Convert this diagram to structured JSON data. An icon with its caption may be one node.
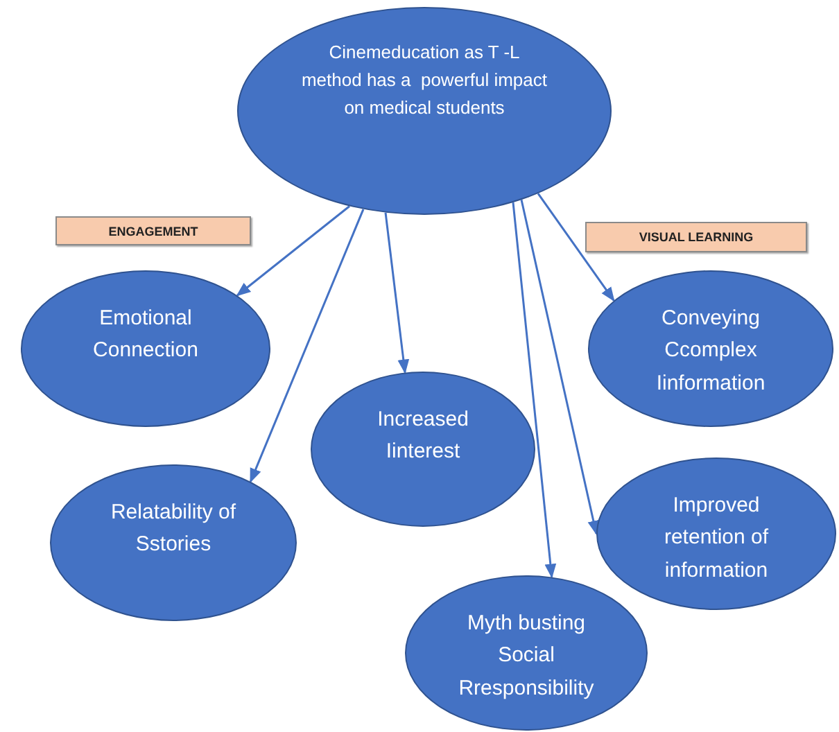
{
  "diagram": {
    "nodes": [
      {
        "text": [
          "Cinemeducation as T -L method has a  powerful impact on medical students"
        ]
      },
      {
        "text": [
          "ENGAGEMENT"
        ]
      },
      {
        "text": [
          "VISUAL LEARNING"
        ]
      },
      {
        "text": [
          "Emotional Connection"
        ]
      },
      {
        "text": [
          "Increased Iinterest"
        ]
      },
      {
        "text": [
          "Relatability of Sstories"
        ]
      },
      {
        "text": [
          "Conveying Ccomplex Iinformation"
        ]
      },
      {
        "text": [
          "Improved retention of information"
        ]
      },
      {
        "text": [
          "Myth busting Social Rresponsibility"
        ]
      }
    ],
    "edges": [
      {
        "from": 0,
        "to": 3,
        "arrow": "to"
      },
      {
        "from": 0,
        "to": 5,
        "arrow": "to"
      },
      {
        "from": 0,
        "to": 4,
        "arrow": "to"
      },
      {
        "from": 0,
        "to": 8,
        "arrow": "to"
      },
      {
        "from": 0,
        "to": 7,
        "arrow": "to"
      },
      {
        "from": 0,
        "to": 6,
        "arrow": "to"
      }
    ]
  }
}
